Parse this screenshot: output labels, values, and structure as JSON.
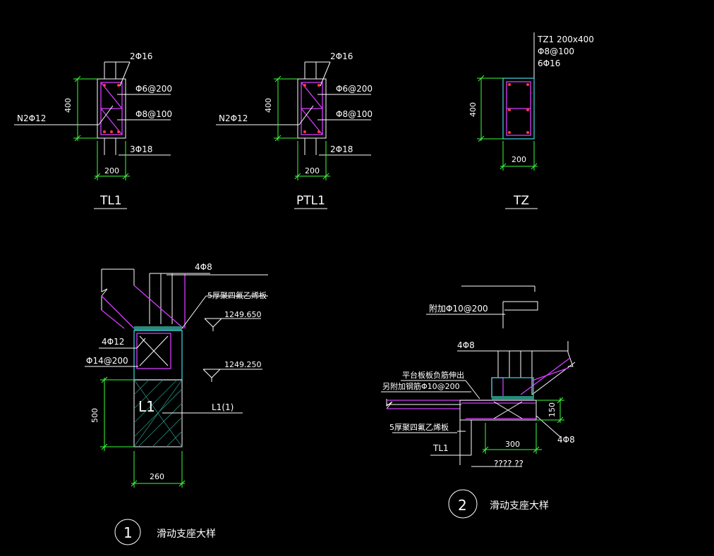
{
  "sections": {
    "tl1": {
      "title": "TL1",
      "top_bar": "2Φ16",
      "stirrup_a": "Φ6@200",
      "stirrup_b": "Φ8@100",
      "side": "N2Φ12",
      "bottom_bar": "3Φ18",
      "height": "400",
      "width": "200"
    },
    "ptl1": {
      "title": "PTL1",
      "top_bar": "2Φ16",
      "stirrup_a": "Φ6@200",
      "stirrup_b": "Φ8@100",
      "side": "N2Φ12",
      "bottom_bar": "2Φ18",
      "height": "400",
      "width": "200"
    },
    "tz": {
      "title": "TZ",
      "line1": "TZ1  200x400",
      "line2": "Φ8@100",
      "line3": "6Φ16",
      "height": "400",
      "width": "200"
    }
  },
  "detail1": {
    "num": "1",
    "title": "滑动支座大样",
    "bar_top": "4Φ8",
    "plate": "5厚聚四氟乙烯板",
    "elev_top": "1249.650",
    "bar_mid": "4Φ12",
    "stirrup": "Φ14@200",
    "elev_mid": "1249.250",
    "beam_tag": "L1",
    "beam_label": "L1(1)",
    "height": "500",
    "width": "260"
  },
  "detail2": {
    "num": "2",
    "title": "滑动支座大样",
    "extra_bar": "附加Φ10@200",
    "bar_top": "4Φ8",
    "note1": "平台板板负筋伸出",
    "note2": "另附加钢筋Φ10@200",
    "plate": "5厚聚四氟乙烯板",
    "beam": "TL1",
    "dim_h": "150",
    "dim_w": "300",
    "bar_bottom": "4Φ8",
    "unknown": "???? ??"
  }
}
